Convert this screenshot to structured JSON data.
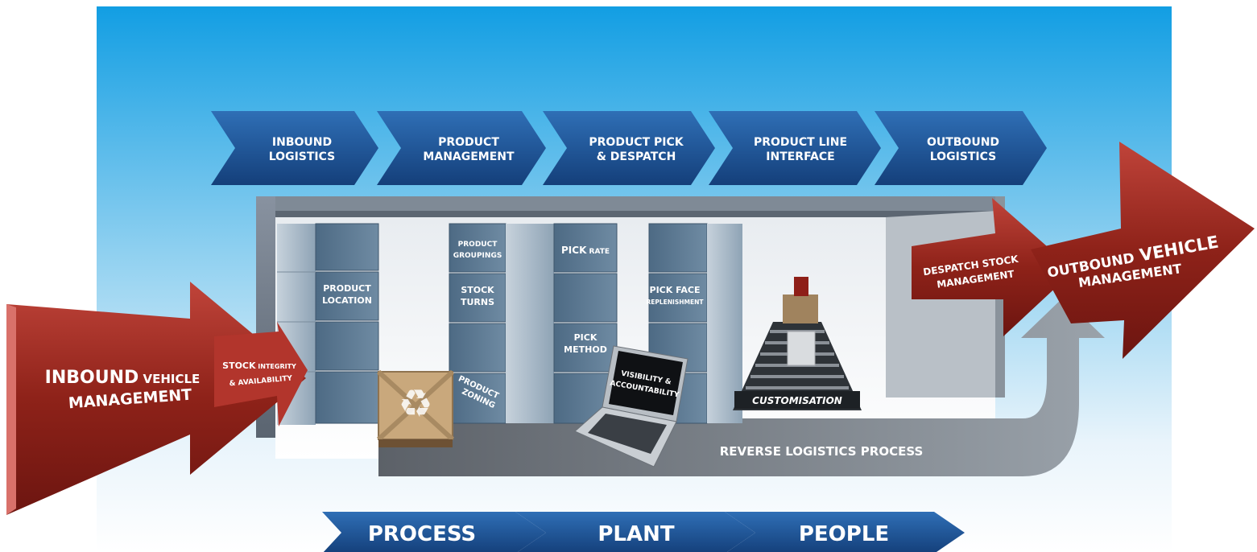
{
  "process_steps": [
    {
      "line1": "INBOUND",
      "line2": "LOGISTICS"
    },
    {
      "line1": "PRODUCT",
      "line2": "MANAGEMENT"
    },
    {
      "line1": "PRODUCT PICK",
      "line2": "& DESPATCH"
    },
    {
      "line1": "PRODUCT LINE",
      "line2": "INTERFACE"
    },
    {
      "line1": "OUTBOUND",
      "line2": "LOGISTICS"
    }
  ],
  "bottom_steps": [
    "PROCESS",
    "PLANT",
    "PEOPLE"
  ],
  "inbound_vehicle": {
    "line1a": "INBOUND",
    "line1b": " VEHICLE",
    "line2": "MANAGEMENT"
  },
  "stock_integrity": {
    "line1a": "STOCK",
    "line1b": " INTEGRITY",
    "line2": "& AVAILABILITY"
  },
  "despatch_stock": {
    "line1": "DESPATCH STOCK",
    "line2": "MANAGEMENT"
  },
  "outbound_vehicle": {
    "line1a": "OUTBOUND",
    "line1b": " VEHICLE",
    "line2": "MANAGEMENT"
  },
  "blocks": {
    "product_location": {
      "line1": "PRODUCT",
      "line2": "LOCATION"
    },
    "product_groupings": {
      "line1": "PRODUCT",
      "line2": "GROUPINGS"
    },
    "pick_rate": {
      "line1": "PICK",
      "line2": " RATE"
    },
    "stock_turns": {
      "line1": "STOCK",
      "line2": "TURNS"
    },
    "pick_method": {
      "line1": "PICK",
      "line2": "METHOD"
    },
    "product_zoning": {
      "line1": "PRODUCT",
      "line2": "ZONING"
    },
    "pick_face": {
      "line1": "PICK FACE",
      "line2": "REPLENISHMENT"
    }
  },
  "laptop": {
    "line1": "VISIBILITY &",
    "line2": "ACCOUNTABILITY"
  },
  "customisation": "CUSTOMISATION",
  "reverse_logistics": "REVERSE LOGISTICS PROCESS",
  "colors": {
    "sky_top": "#1aa0e0",
    "chevron_blue": "#1e5aa0",
    "arrow_red": "#9e2a22",
    "block_grey": "#5f7e99",
    "frame_grey": "#6f7b86"
  }
}
